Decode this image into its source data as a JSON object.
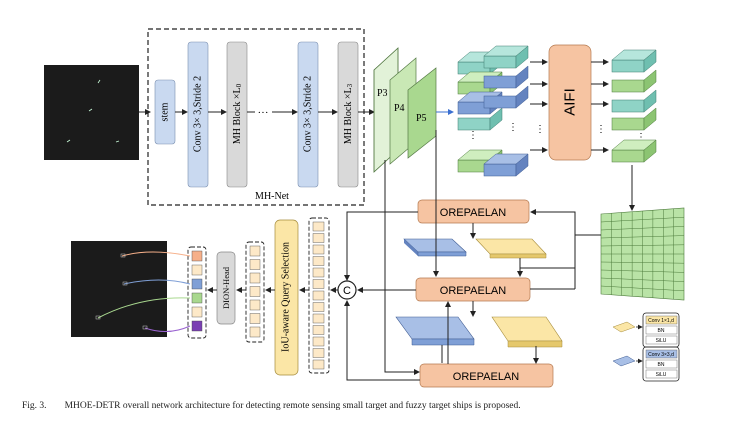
{
  "backbone": {
    "stem": "stem",
    "conv1": "Conv 3× 3,Stride 2",
    "mh1": "MH Block ×L",
    "mh1_sub": "0",
    "ellipsis": "···",
    "conv2": "Conv 3× 3,Stride 2",
    "mh2": "MH Block ×L",
    "mh2_sub": "3",
    "name": "MH-Net"
  },
  "pyramid": {
    "p3": "P3",
    "p4": "P4",
    "p5": "P5"
  },
  "aifi": "AIFI",
  "orepaelan": [
    "OREPAELAN",
    "OREPAELAN",
    "OREPAELAN"
  ],
  "concat": "C",
  "query_selection": "IoU-aware Query Selection",
  "head": "DION-Head",
  "legend": [
    {
      "title": "Conv 1×1,d",
      "rows": [
        "BN",
        "SiLU"
      ]
    },
    {
      "title": "Conv 3×3,d",
      "rows": [
        "BN",
        "SiLU"
      ]
    }
  ],
  "caption": {
    "number": "Fig. 3.",
    "text": "MHOE-DETR overall network architecture for detecting remote sensing small target and fuzzy target ships is proposed."
  },
  "colors": {
    "block_blue": "#c9d9f0",
    "block_gray": "#d9d9d9",
    "green_light": "#d5efc8",
    "green": "#a9d88f",
    "teal": "#8fd3c6",
    "blue_cube": "#7f9fd6",
    "orange": "#f6c4a2",
    "yellow": "#fbe6a6",
    "purple": "#7a3fb3"
  }
}
